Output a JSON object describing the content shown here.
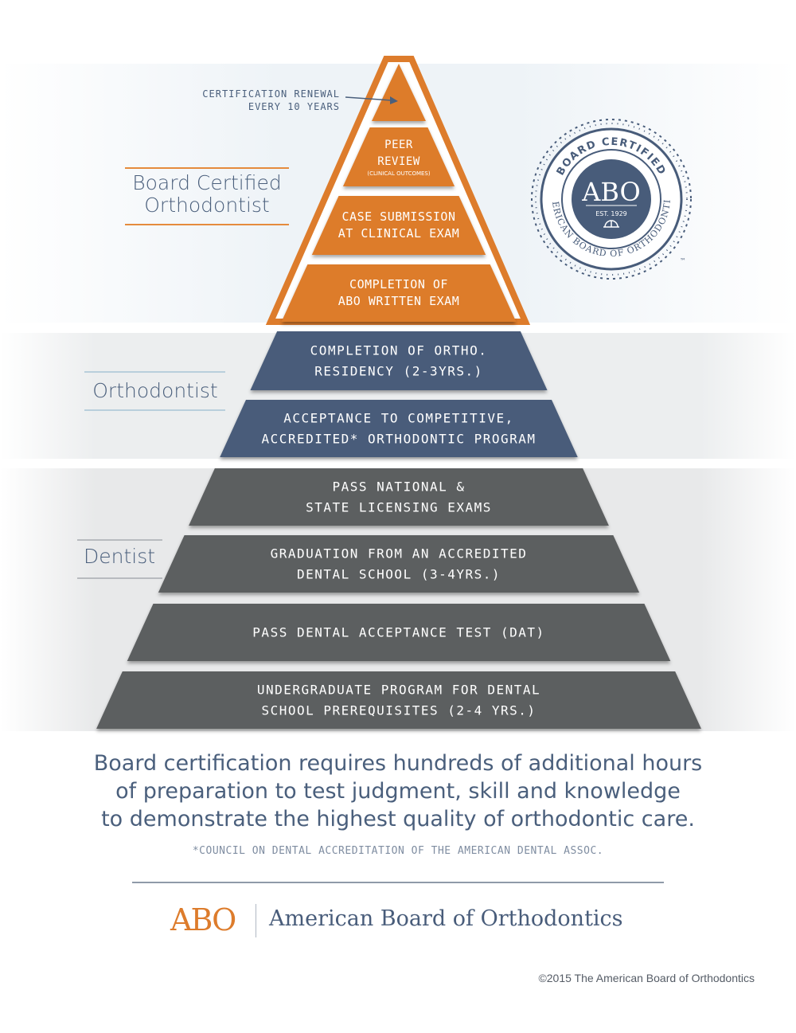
{
  "colors": {
    "orange": "#dd7c2c",
    "navy": "#485c7a",
    "gray": "#5c5e60",
    "text_blue": "#4a5f7c",
    "rule_orange": "#e58b3d",
    "rule_blue": "#b9cfdc",
    "rule_gray": "#b8bbbf"
  },
  "pyramid": {
    "apex_annotation": [
      "CERTIFICATION RENEWAL",
      "EVERY 10 YEARS"
    ],
    "steps": [
      {
        "id": "peer-review",
        "group": "board",
        "lines": [
          "PEER",
          "REVIEW"
        ],
        "sub": "(CLINICAL OUTCOMES)"
      },
      {
        "id": "case-submission",
        "group": "board",
        "lines": [
          "CASE SUBMISSION",
          "AT CLINICAL EXAM"
        ]
      },
      {
        "id": "written-exam",
        "group": "board",
        "lines": [
          "COMPLETION OF",
          "ABO WRITTEN EXAM"
        ]
      },
      {
        "id": "ortho-residency",
        "group": "ortho",
        "lines": [
          "COMPLETION OF ORTHO.",
          "RESIDENCY (2-3YRS.)"
        ]
      },
      {
        "id": "ortho-program",
        "group": "ortho",
        "lines": [
          "ACCEPTANCE TO COMPETITIVE,",
          "ACCREDITED* ORTHODONTIC PROGRAM"
        ]
      },
      {
        "id": "licensing-exams",
        "group": "dentist",
        "lines": [
          "PASS NATIONAL &",
          "STATE LICENSING EXAMS"
        ]
      },
      {
        "id": "dental-school",
        "group": "dentist",
        "lines": [
          "GRADUATION FROM AN ACCREDITED",
          "DENTAL SCHOOL (3-4YRS.)"
        ]
      },
      {
        "id": "dat",
        "group": "dentist",
        "lines": [
          "PASS DENTAL ACCEPTANCE TEST (DAT)"
        ]
      },
      {
        "id": "undergraduate",
        "group": "dentist",
        "lines": [
          "UNDERGRADUATE PROGRAM FOR DENTAL",
          "SCHOOL PREREQUISITES (2-4 YRS.)"
        ]
      }
    ]
  },
  "tiers": {
    "board": [
      "Board Certified",
      "Orthodontist"
    ],
    "ortho": "Orthodontist",
    "dentist": "Dentist"
  },
  "seal": {
    "top_text": "BOARD CERTIFIED",
    "ring_text": "AMERICAN BOARD OF ORTHODONTICS",
    "center": "ABO",
    "est": "EST. 1929",
    "tm": "™"
  },
  "summary": [
    "Board certification requires hundreds of additional hours",
    "of preparation to test judgment, skill and knowledge",
    "to demonstrate the highest quality of orthodontic care."
  ],
  "footnote": "*COUNCIL ON DENTAL ACCREDITATION OF THE AMERICAN DENTAL ASSOC.",
  "footer": {
    "logo": "ABO",
    "org_name": "American Board of Orthodontics",
    "copyright": "©2015 The American Board of Orthodontics"
  }
}
